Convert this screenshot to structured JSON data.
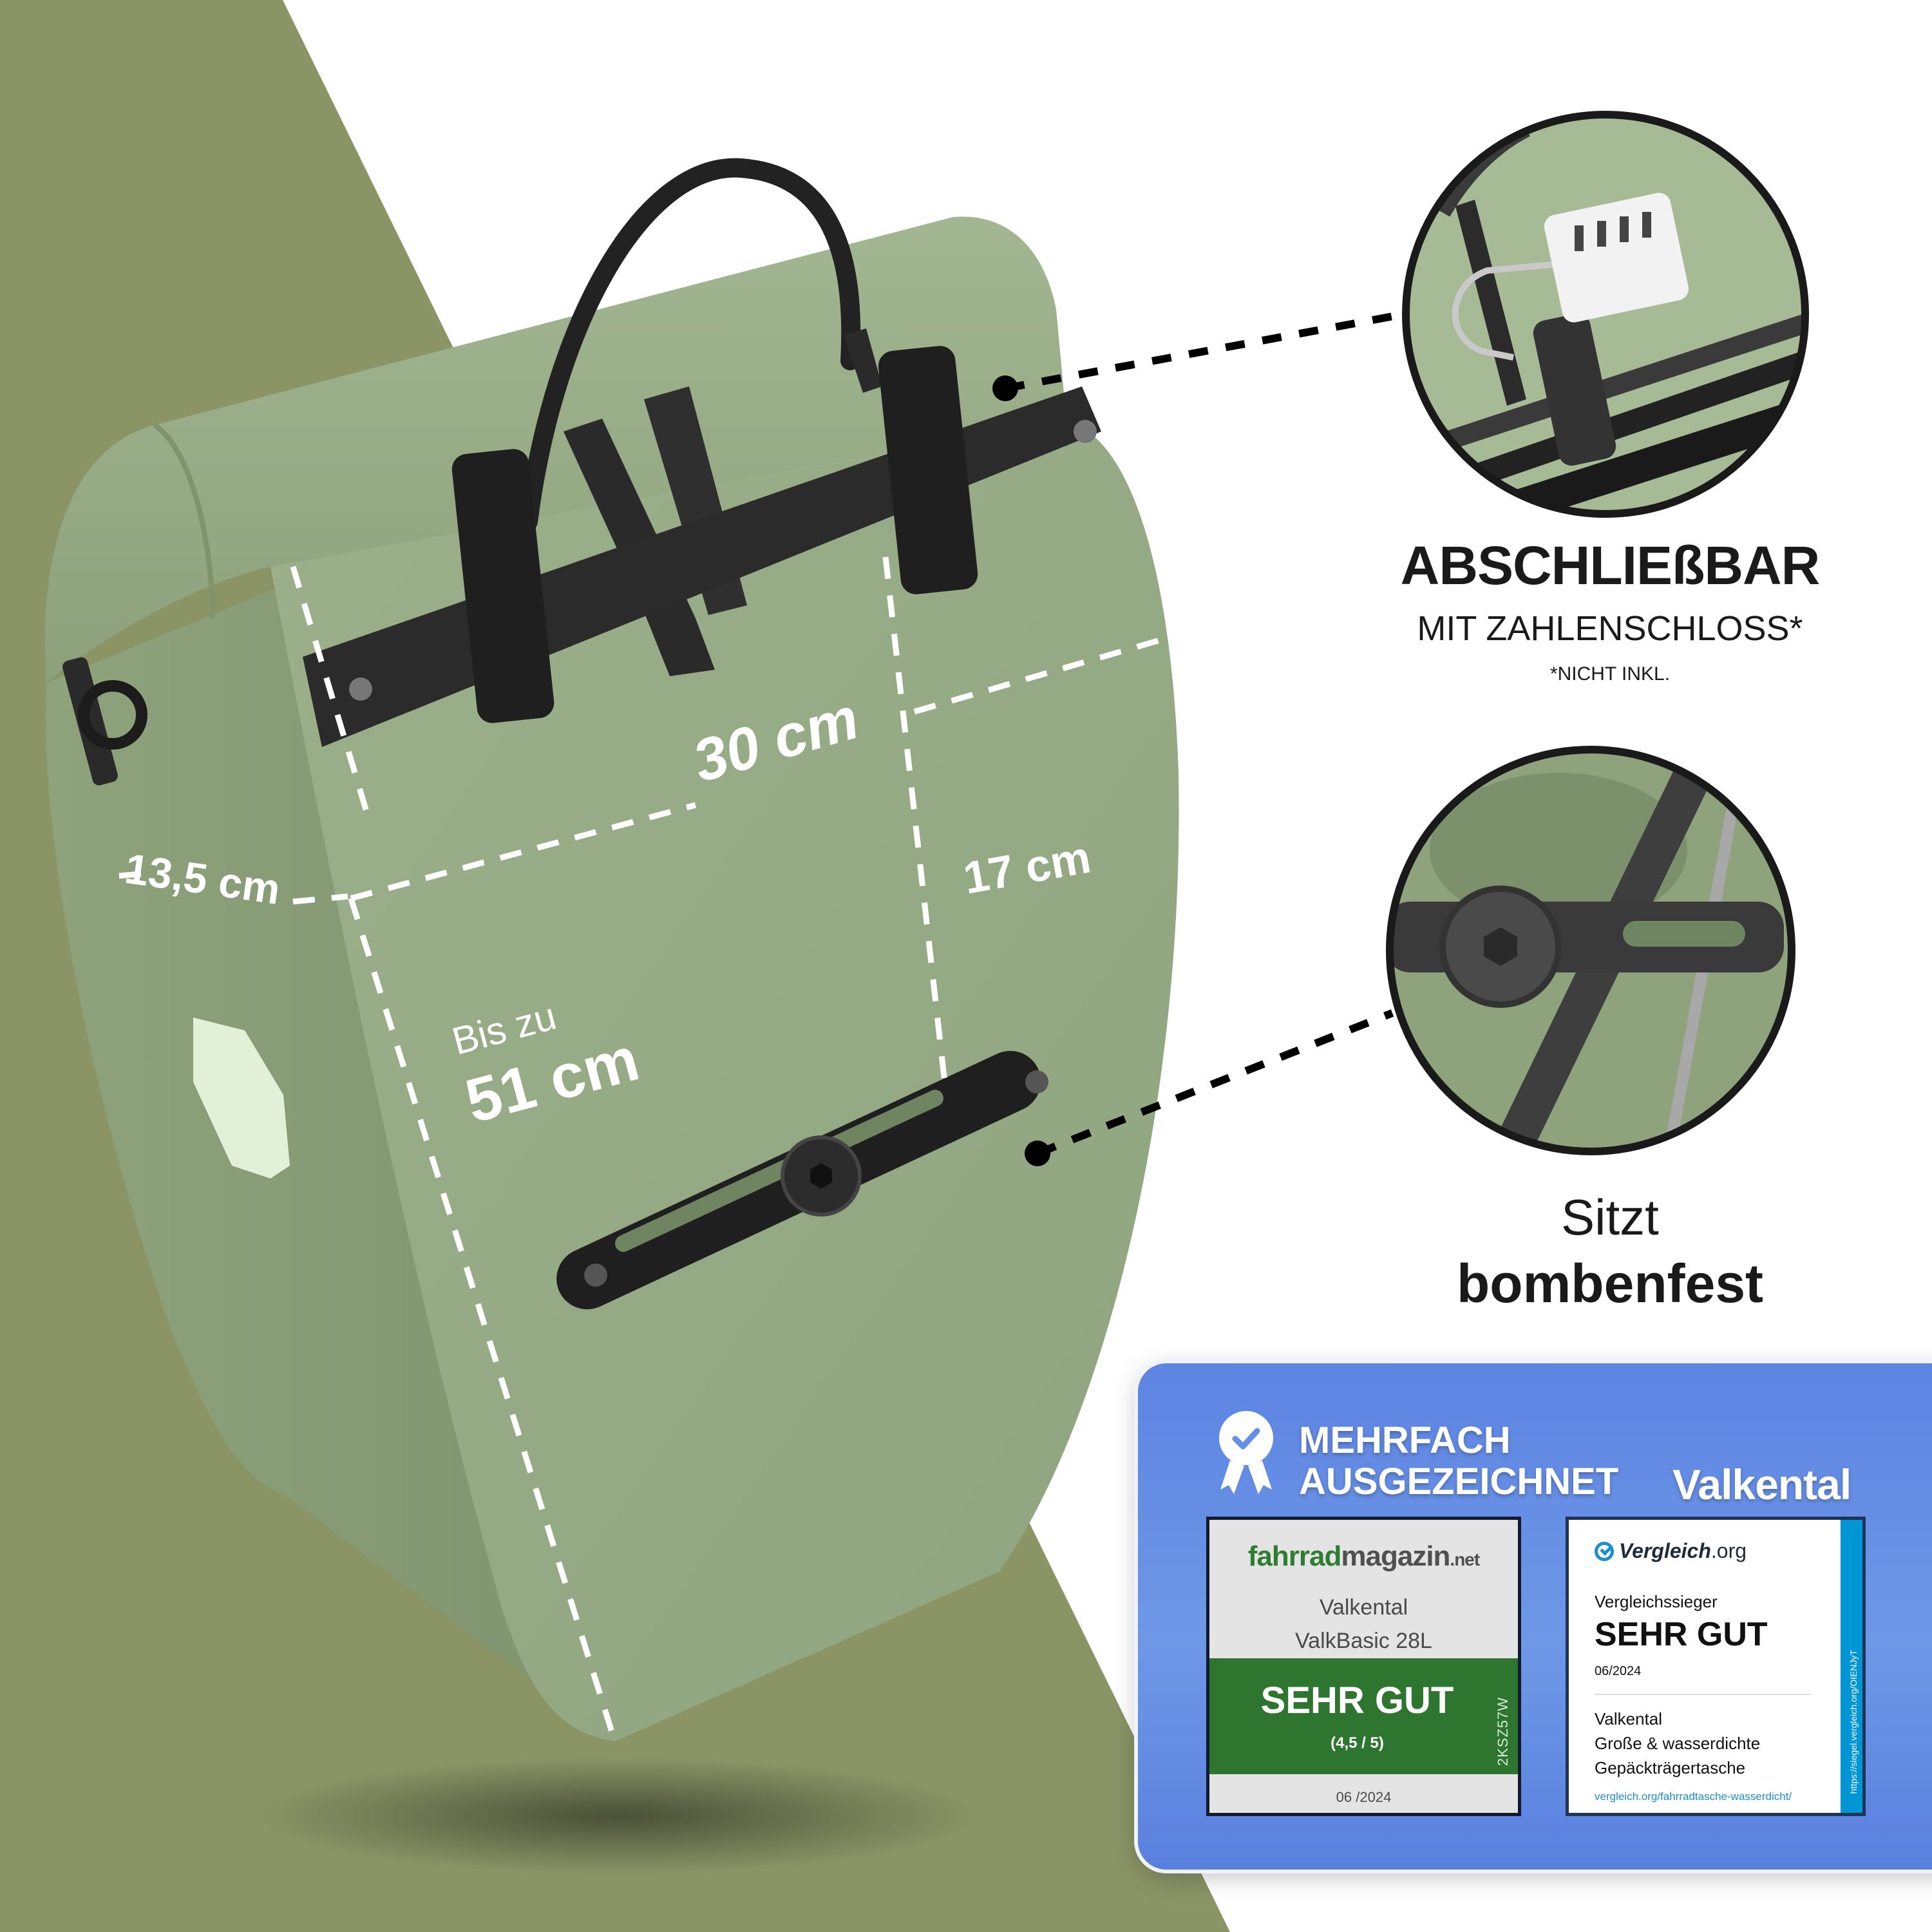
{
  "colors": {
    "background_green": "#8a9465",
    "bag_green": "#93a883",
    "bag_dark_green": "#7d926c",
    "hardware_black": "#2b2b2b",
    "award_blue": "#6390e4",
    "fm_green": "#2e752f",
    "vg_blue": "#0096d6"
  },
  "features": [
    {
      "title": "ABSCHLIEßBAR",
      "subtitle": "MIT ZAHLENSCHLOSS*",
      "note": "*NICHT INKL.",
      "icon": "combination-lock-photo"
    },
    {
      "title_light": "Sitzt",
      "title_bold": "bombenfest",
      "icon": "rack-clamp-photo"
    }
  ],
  "dimensions": {
    "width": "30 cm",
    "depth": "13,5 cm",
    "lower_width": "17 cm",
    "height_prefix": "Bis zu",
    "height": "51 cm"
  },
  "award": {
    "heading_line1": "MEHRFACH",
    "heading_line2": "AUSGEZEICHNET",
    "brand": "Valkental",
    "fahrradmagazin": {
      "logo_green": "fahrrad",
      "logo_dark": "magazin",
      "logo_tld": ".net",
      "brand": "Valkental",
      "product": "ValkBasic 28L",
      "rating": "SEHR GUT",
      "score": "(4,5 / 5)",
      "code": "2KSZ57W",
      "date": "06 /2024"
    },
    "vergleich": {
      "logo_bold": "Vergleich",
      "logo_tld": ".org",
      "label": "Vergleichssieger",
      "rating": "SEHR GUT",
      "date": "06/2024",
      "brand": "Valkental",
      "product_line1": "Große & wasserdichte",
      "product_line2": "Gepäckträgertasche",
      "url": "vergleich.org/fahrradtasche-wasserdicht/",
      "side_url": "https://siegel.vergleich.org/OIENJyT"
    }
  }
}
